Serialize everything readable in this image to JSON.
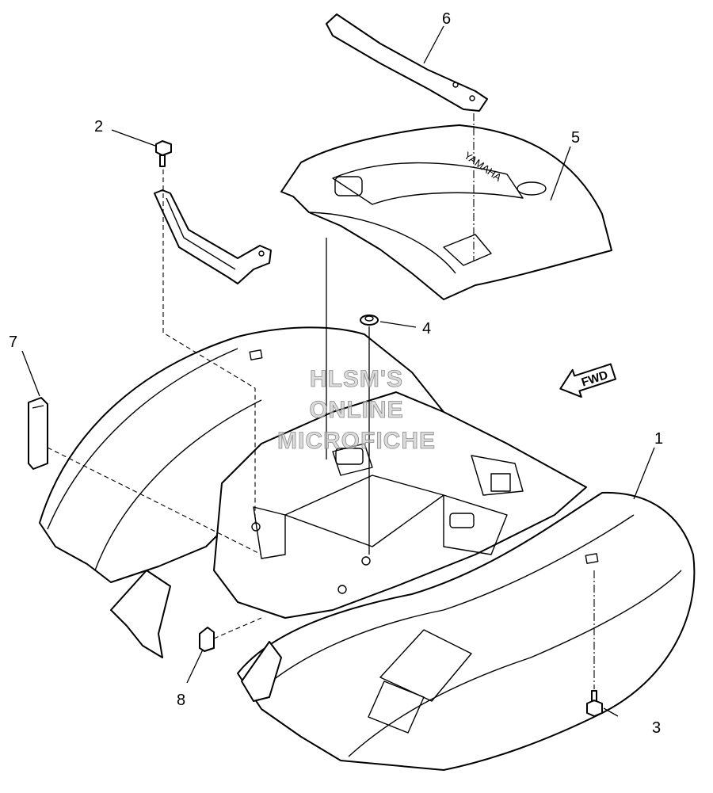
{
  "callouts": {
    "c1": "1",
    "c2": "2",
    "c3": "3",
    "c4": "4",
    "c5": "5",
    "c6": "6",
    "c7": "7",
    "c8": "8"
  },
  "watermark": {
    "line1": "HLSM'S",
    "line2": "ONLINE",
    "line3": "MICROFICHE"
  },
  "direction_arrow": {
    "label": "FWD"
  },
  "part_markings": {
    "rear_rack_brand": "YAMAHA"
  },
  "colors": {
    "line": "#000000",
    "background": "#ffffff",
    "watermark": "#c8c8c8"
  },
  "icons": {
    "forward_direction": "left-pointing-arrow"
  }
}
